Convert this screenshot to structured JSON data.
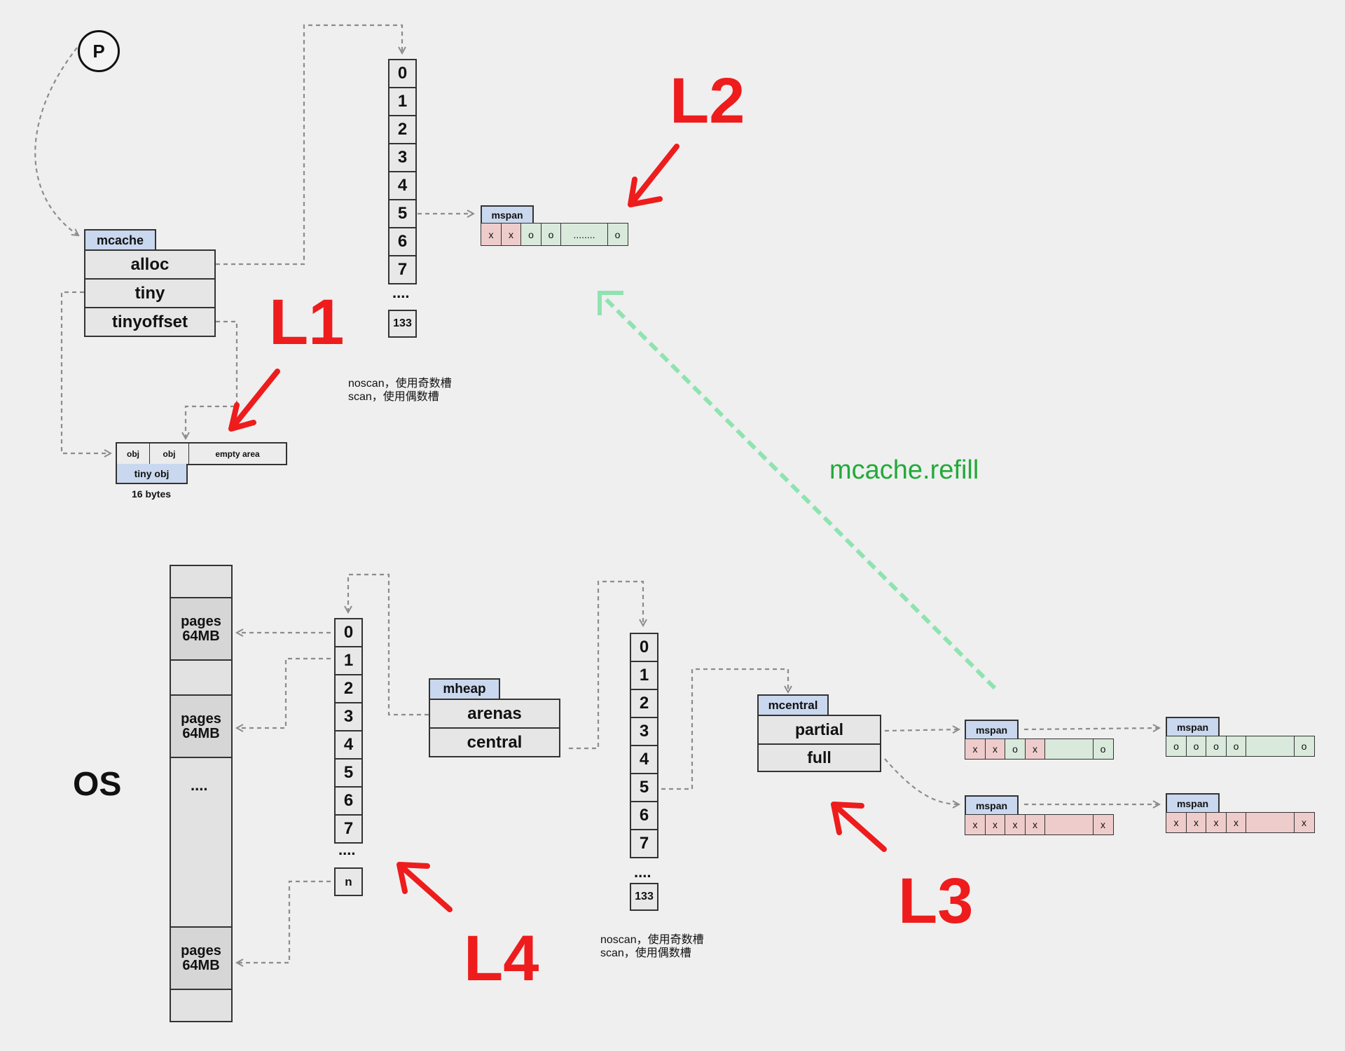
{
  "p_node": "P",
  "mcache": {
    "tag": "mcache",
    "fields": [
      "alloc",
      "tiny",
      "tinyoffset"
    ]
  },
  "tiny_block": {
    "cells": [
      "obj",
      "obj",
      "empty area"
    ],
    "tag": "tiny obj",
    "size": "16 bytes"
  },
  "top_array": {
    "items": [
      "0",
      "1",
      "2",
      "3",
      "4",
      "5",
      "6",
      "7"
    ],
    "ellipsis": "....",
    "last": "133"
  },
  "top_note": [
    "noscan，使用奇数槽",
    "scan，使用偶数槽"
  ],
  "top_mspan": {
    "tag": "mspan",
    "cells": [
      "x",
      "x",
      "o",
      "o",
      "........",
      "o"
    ]
  },
  "labels": {
    "l1": "L1",
    "l2": "L2",
    "l3": "L3",
    "l4": "L4"
  },
  "refill": "mcache.refill",
  "os": {
    "label": "OS",
    "pages": [
      "pages\n64MB",
      "pages\n64MB",
      "pages\n64MB"
    ],
    "ellipsis": "...."
  },
  "arena_array": {
    "items": [
      "0",
      "1",
      "2",
      "3",
      "4",
      "5",
      "6",
      "7"
    ],
    "ellipsis": "....",
    "last": "n"
  },
  "mheap": {
    "tag": "mheap",
    "fields": [
      "arenas",
      "central"
    ]
  },
  "central_array": {
    "items": [
      "0",
      "1",
      "2",
      "3",
      "4",
      "5",
      "6",
      "7"
    ],
    "ellipsis": "....",
    "last": "133"
  },
  "bottom_note": [
    "noscan，使用奇数槽",
    "scan，使用偶数槽"
  ],
  "mcentral": {
    "tag": "mcentral",
    "fields": [
      "partial",
      "full"
    ]
  },
  "mspans": [
    {
      "tag": "mspan",
      "cells": [
        "x",
        "x",
        "o",
        "x",
        "",
        "o"
      ]
    },
    {
      "tag": "mspan",
      "cells": [
        "o",
        "o",
        "o",
        "o",
        "",
        "o"
      ]
    },
    {
      "tag": "mspan",
      "cells": [
        "x",
        "x",
        "x",
        "x",
        "",
        "x"
      ]
    },
    {
      "tag": "mspan",
      "cells": [
        "x",
        "x",
        "x",
        "x",
        "",
        "x"
      ]
    }
  ],
  "colors": {
    "tag_blue": "#c9d8ee",
    "free_green": "#d9e9dc",
    "used_pink": "#efcccc",
    "red_label": "#ee1c1c",
    "refill_green": "#22aa3a",
    "refill_arrow": "#8fe3b0",
    "dashed_gray": "#8c8c8c"
  }
}
